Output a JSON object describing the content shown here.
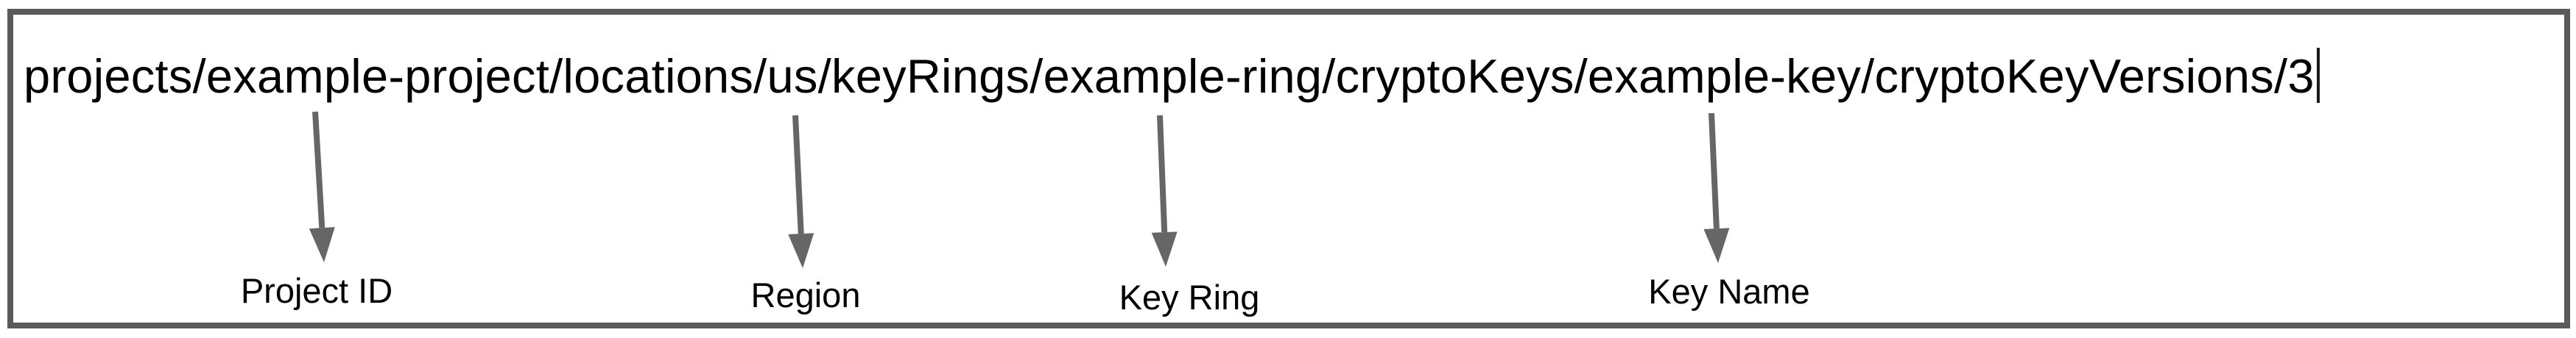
{
  "diagram": {
    "resource_path": "projects/example-project/locations/us/keyRings/example-ring/cryptoKeys/example-key/cryptoKeyVersions/3",
    "annotations": [
      {
        "id": "project-id",
        "label": "Project ID",
        "points_to": "example-project"
      },
      {
        "id": "region",
        "label": "Region",
        "points_to": "us"
      },
      {
        "id": "key-ring",
        "label": "Key Ring",
        "points_to": "example-ring"
      },
      {
        "id": "key-name",
        "label": "Key Name",
        "points_to": "example-key"
      }
    ],
    "colors": {
      "arrow": "#666666",
      "border": "#5a5a5a",
      "text": "#000000",
      "background": "#ffffff"
    }
  }
}
